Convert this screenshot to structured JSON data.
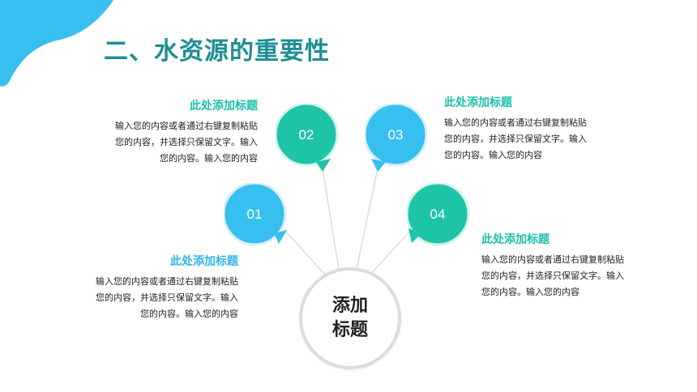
{
  "title": "二、水资源的重要性",
  "center": {
    "line1": "添加",
    "line2": "标题"
  },
  "colors": {
    "teal": "#1ec4a6",
    "blue": "#37bff0",
    "title": "#1d8f93",
    "ring": "#dcdcdc"
  },
  "items": [
    {
      "number": "01",
      "heading": "此处添加标题",
      "body": [
        "输入您的内容或者通过右键复制粘贴",
        "您的内容，并选择只保留文字。输入",
        "您的内容。输入您的内容"
      ]
    },
    {
      "number": "02",
      "heading": "此处添加标题",
      "body": [
        "输入您的内容或者通过右键复制粘贴",
        "您的内容，并选择只保留文字。输入",
        "您的内容。输入您的内容"
      ]
    },
    {
      "number": "03",
      "heading": "此处添加标题",
      "body": [
        "输入您的内容或者通过右键复制粘贴",
        "您的内容，并选择只保留文字。输入",
        "您的内容。输入您的内容"
      ]
    },
    {
      "number": "04",
      "heading": "此处添加标题",
      "body": [
        "输入您的内容或者通过右键复制粘贴",
        "您的内容，并选择只保留文字。输入",
        "您的内容。输入您的内容"
      ]
    }
  ]
}
